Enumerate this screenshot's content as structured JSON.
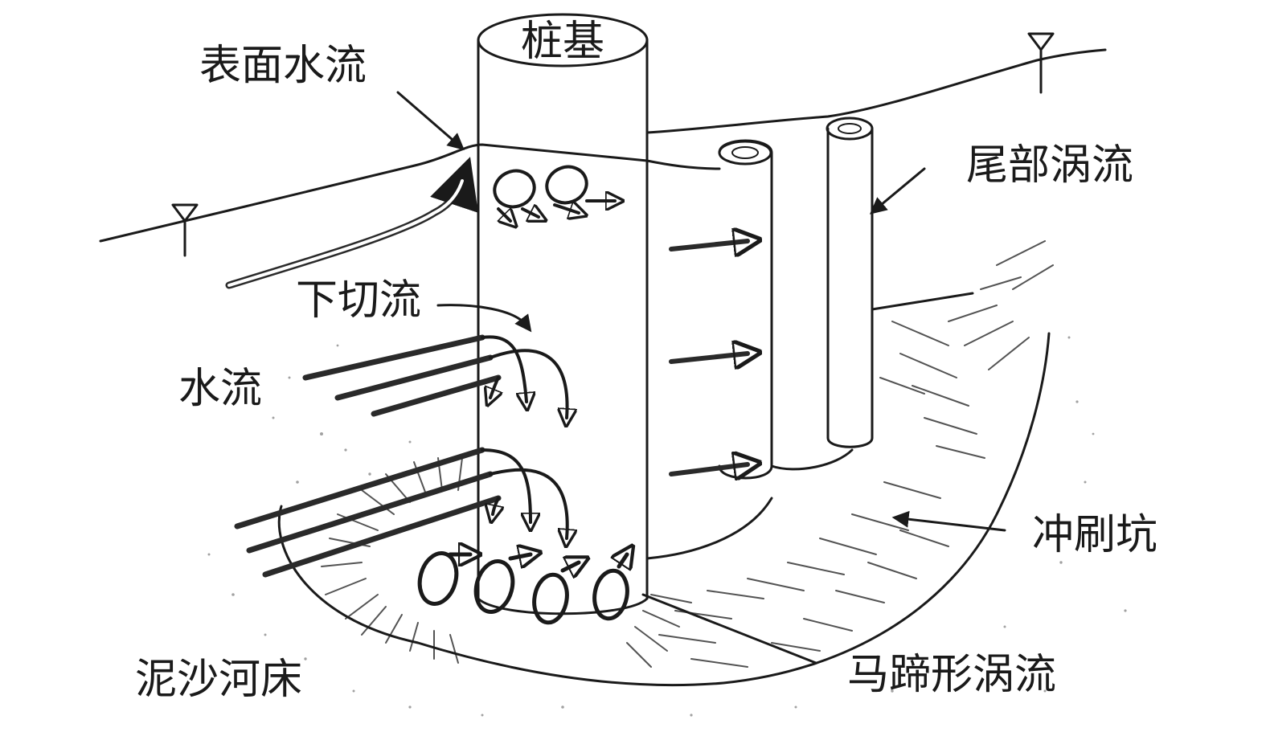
{
  "labels": {
    "pile": "桩基",
    "surface_flow": "表面水流",
    "wake_vortex": "尾部涡流",
    "down_flow": "下切流",
    "water_flow": "水流",
    "scour_pit": "冲刷坑",
    "sand_bed": "泥沙河床",
    "horseshoe_vortex": "马蹄形涡流"
  },
  "colors": {
    "ink": "#1a1a1a",
    "background": "#ffffff"
  },
  "icons": {
    "water_level": "water-level-triangle-icon"
  }
}
